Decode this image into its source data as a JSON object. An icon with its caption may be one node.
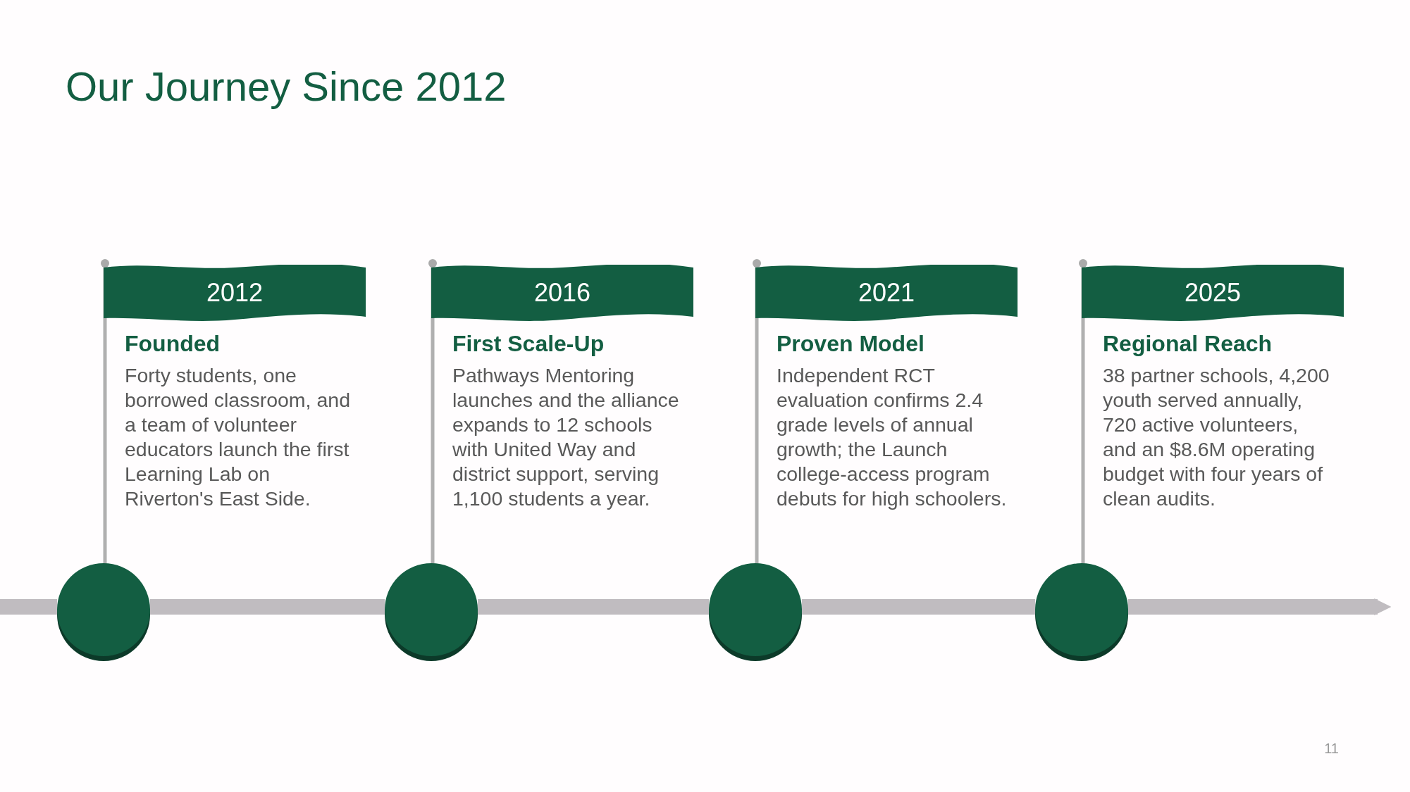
{
  "diagram": {
    "title": "Our Journey Since 2012",
    "nodes": [
      {
        "text": [
          "2012"
        ],
        "beside": [
          "Founded",
          "Forty students, one borrowed classroom, and a team of volunteer educators launch the first Learning Lab on Riverton's East Side."
        ]
      },
      {
        "text": [
          "2016"
        ],
        "beside": [
          "First Scale-Up",
          "Pathways Mentoring launches and the alliance expands to 12 schools with United Way and district support, serving 1,100 students a year."
        ]
      },
      {
        "text": [
          "2021"
        ],
        "beside": [
          "Proven Model",
          "Independent RCT evaluation confirms 2.4 grade levels of annual growth; the Launch college-access program debuts for high schoolers."
        ]
      },
      {
        "text": [
          "2025"
        ],
        "beside": [
          "Regional Reach",
          "38 partner schools, 4,200 youth served annually, 720 active volunteers, and an $8.6M operating budget with four years of clean audits."
        ]
      },
      {
        "text": [],
        "shape": "circle"
      },
      {
        "text": [],
        "shape": "circle"
      },
      {
        "text": [],
        "shape": "circle"
      },
      {
        "text": [],
        "shape": "circle"
      }
    ],
    "edges": [
      {
        "from": null,
        "to": 4,
        "arrow": "none"
      },
      {
        "from": 4,
        "to": 5,
        "arrow": "none"
      },
      {
        "from": 5,
        "to": 6,
        "arrow": "none"
      },
      {
        "from": 6,
        "to": 7,
        "arrow": "none"
      },
      {
        "from": 7,
        "to": null,
        "arrow": "to"
      },
      {
        "from": 0,
        "to": 4,
        "arrow": "none"
      },
      {
        "from": 1,
        "to": 5,
        "arrow": "none"
      },
      {
        "from": 2,
        "to": 6,
        "arrow": "none"
      },
      {
        "from": 3,
        "to": 7,
        "arrow": "none"
      }
    ],
    "labels": [
      "11"
    ]
  }
}
